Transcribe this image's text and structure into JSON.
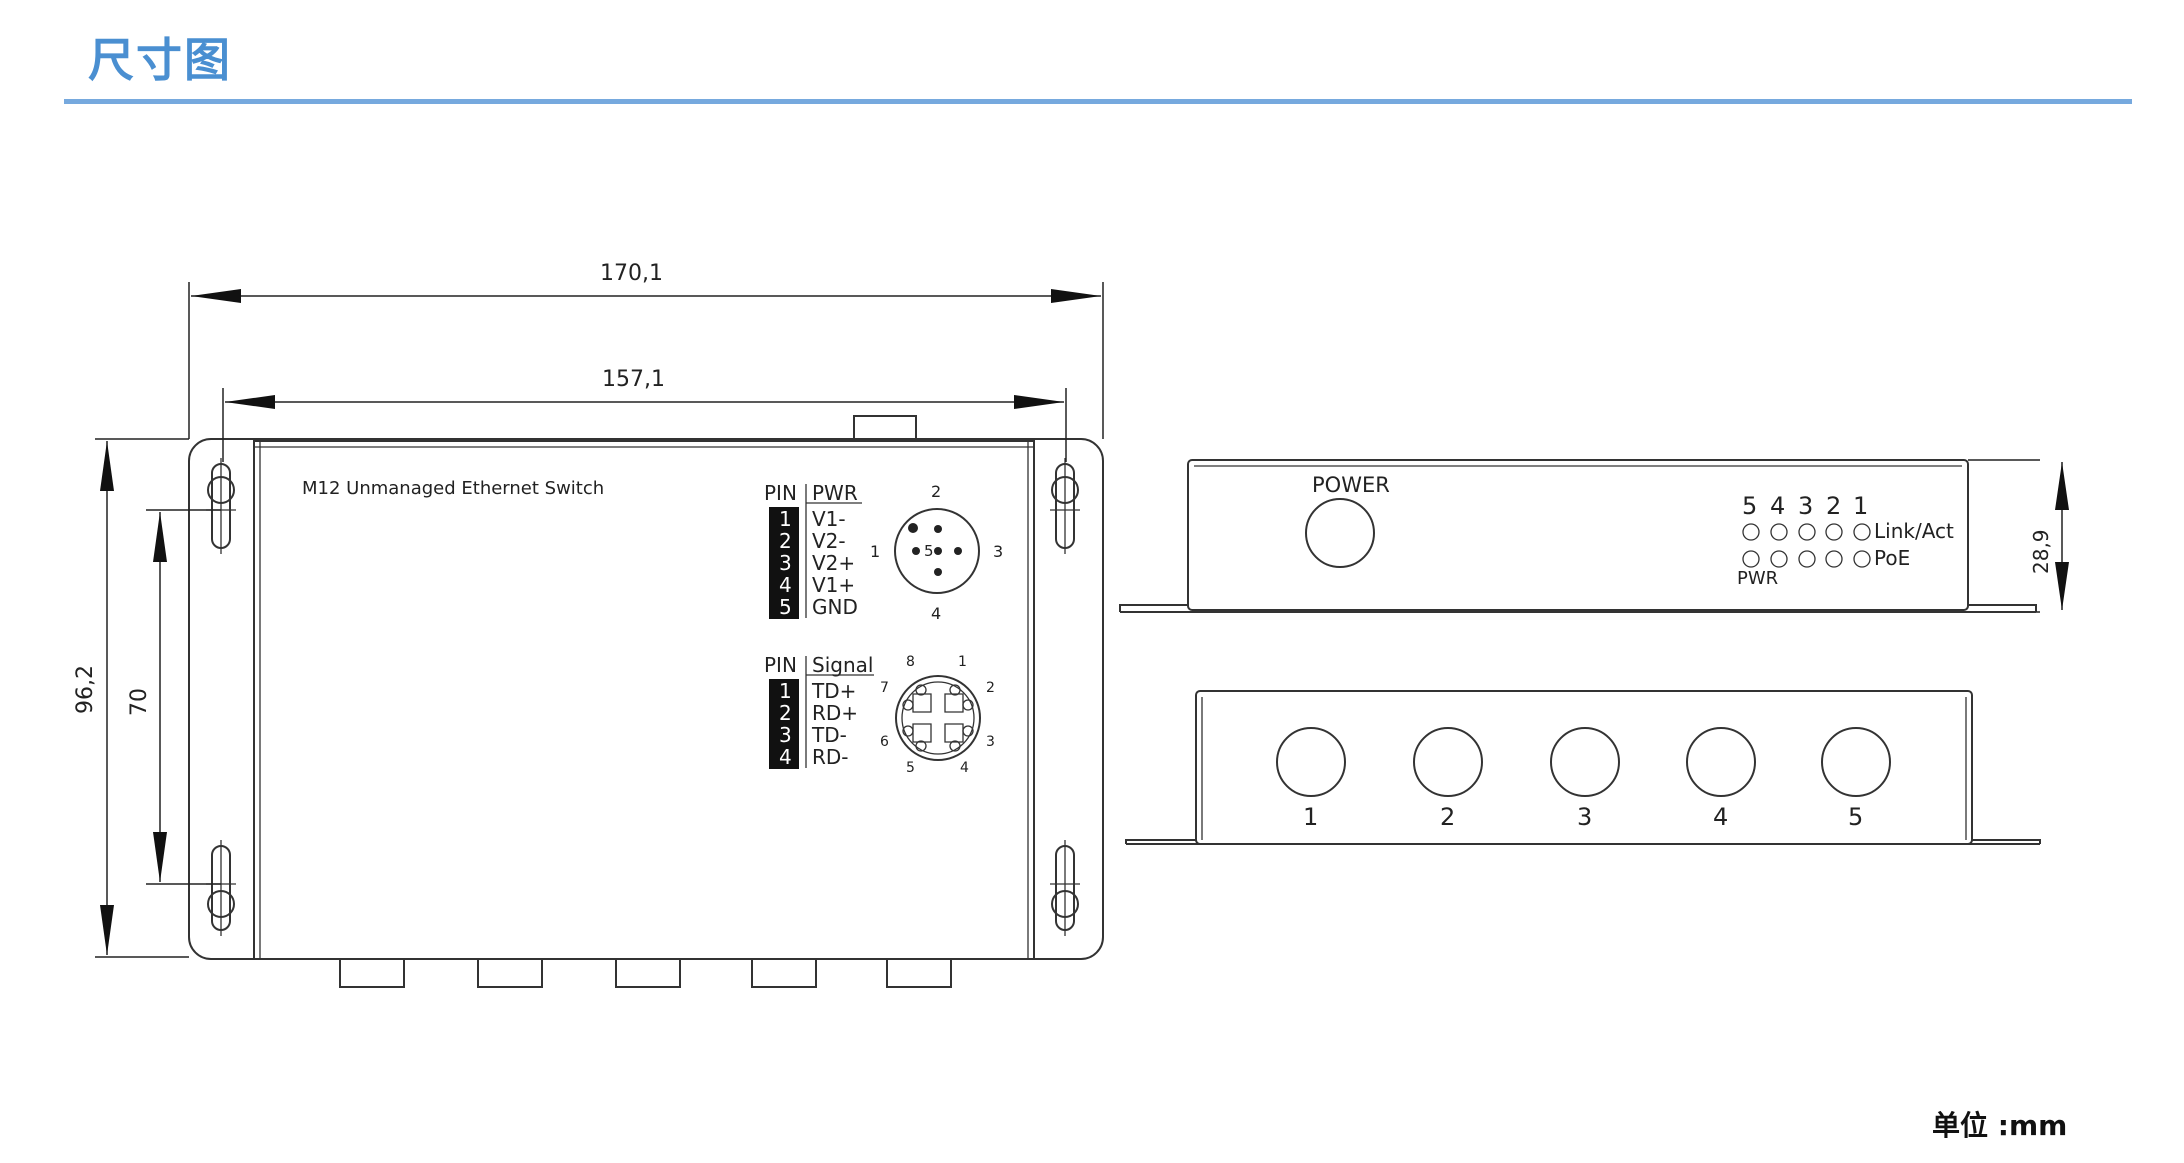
{
  "header": {
    "title": "尺寸图"
  },
  "units": "单位 :mm",
  "top_view": {
    "dimensions": {
      "overall_width": "170,1",
      "body_width": "157,1",
      "overall_height": "96,2",
      "hole_spacing": "70"
    },
    "label": "M12 Unmanaged Ethernet Switch",
    "power_pin_table": {
      "header_pin": "PIN",
      "header_name": "PWR",
      "rows": [
        {
          "pin": "1",
          "name": "V1-"
        },
        {
          "pin": "2",
          "name": "V2-"
        },
        {
          "pin": "3",
          "name": "V2+"
        },
        {
          "pin": "4",
          "name": "V1+"
        },
        {
          "pin": "5",
          "name": "GND"
        }
      ],
      "connector_numbers": [
        "1",
        "2",
        "3",
        "4",
        "5"
      ]
    },
    "signal_pin_table": {
      "header_pin": "PIN",
      "header_name": "Signal",
      "rows": [
        {
          "pin": "1",
          "name": "TD+"
        },
        {
          "pin": "2",
          "name": "RD+"
        },
        {
          "pin": "3",
          "name": "TD-"
        },
        {
          "pin": "4",
          "name": "RD-"
        }
      ],
      "connector_numbers": [
        "1",
        "2",
        "3",
        "4",
        "5",
        "6",
        "7",
        "8"
      ]
    }
  },
  "front_view": {
    "power_label": "POWER",
    "led_numbers": [
      "5",
      "4",
      "3",
      "2",
      "1"
    ],
    "link_act_label": "Link/Act",
    "poe_label": "PoE",
    "pwr_label": "PWR",
    "height_dimension": "28,9"
  },
  "rear_view": {
    "port_labels": [
      "1",
      "2",
      "3",
      "4",
      "5"
    ]
  }
}
